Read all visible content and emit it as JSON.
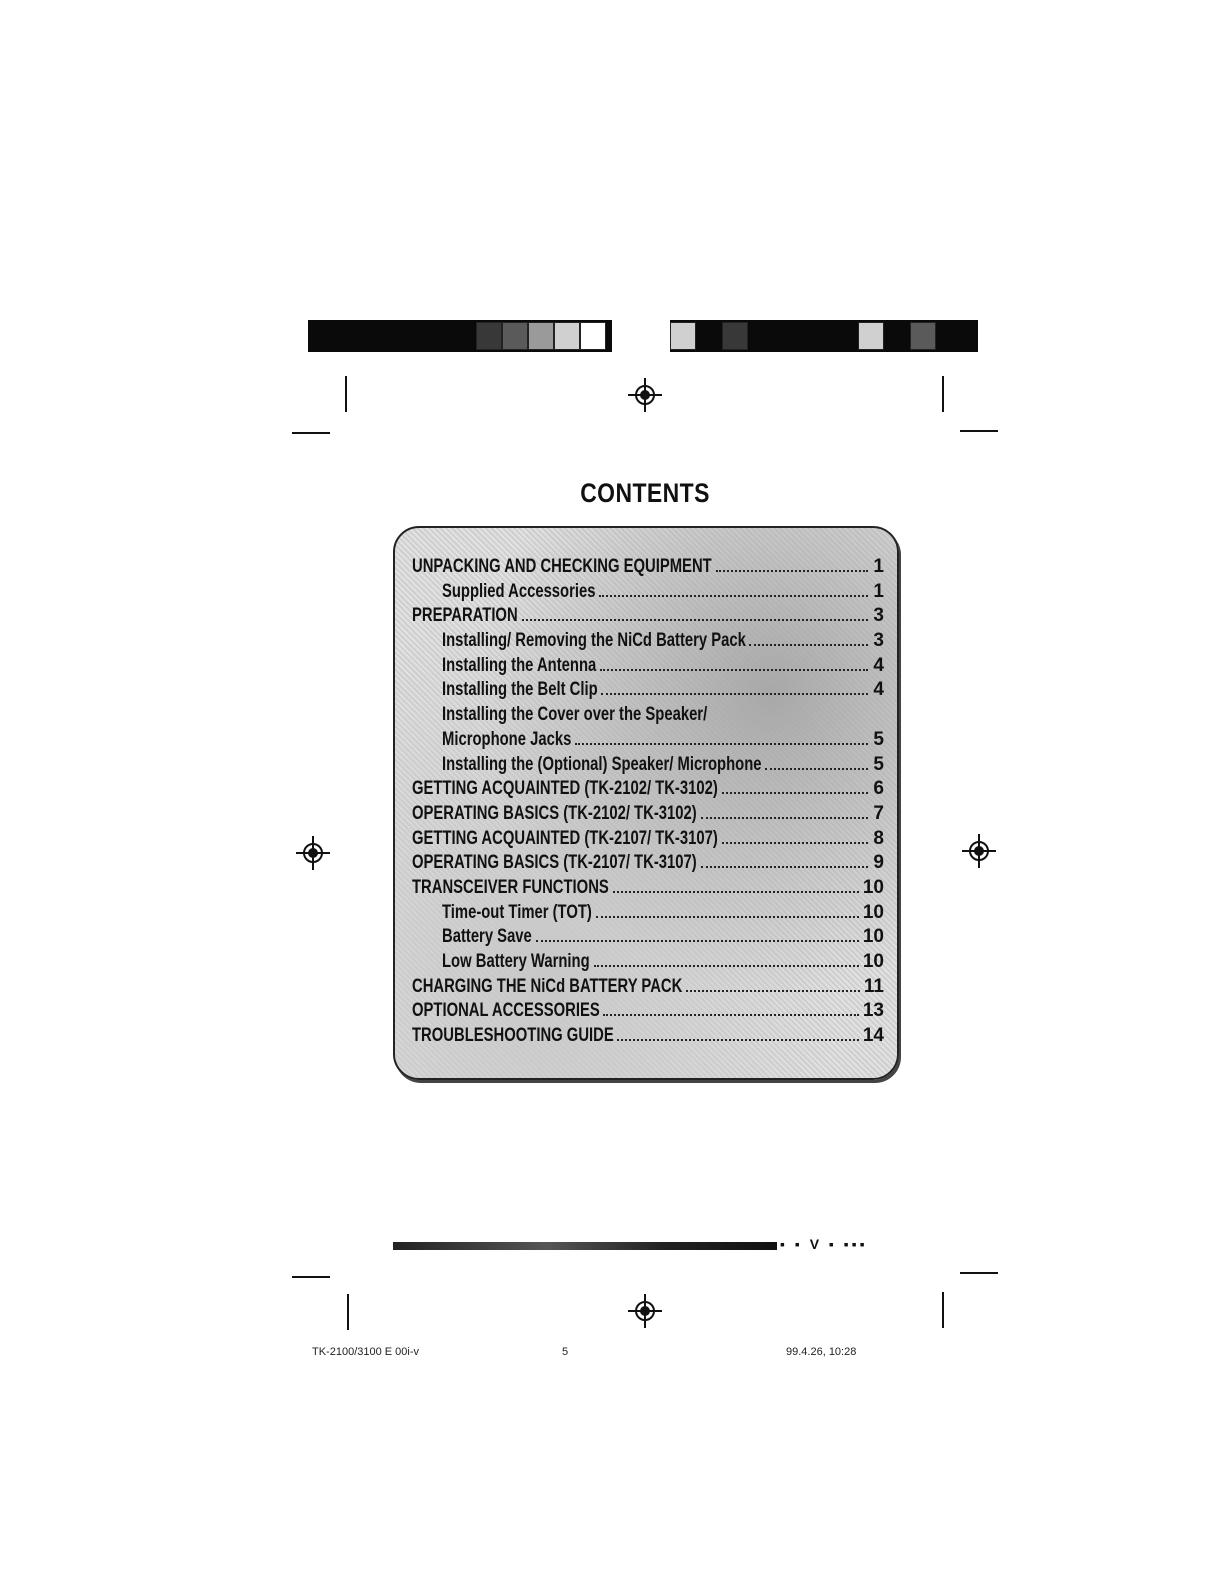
{
  "page": {
    "title": "CONTENTS"
  },
  "toc": [
    {
      "label": "UNPACKING AND CHECKING EQUIPMENT",
      "page": "1",
      "level": 0
    },
    {
      "label": "Supplied Accessories",
      "page": "1",
      "level": 1
    },
    {
      "label": "PREPARATION",
      "page": "3",
      "level": 0
    },
    {
      "label": "Installing/ Removing the NiCd Battery Pack",
      "page": "3",
      "level": 1
    },
    {
      "label": "Installing the Antenna",
      "page": "4",
      "level": 1
    },
    {
      "label": "Installing the Belt Clip",
      "page": "4",
      "level": 1
    },
    {
      "label": "Installing the Cover over the Speaker/",
      "page": "",
      "level": 1
    },
    {
      "label": "Microphone Jacks",
      "page": "5",
      "level": 1
    },
    {
      "label": "Installing the (Optional) Speaker/ Microphone",
      "page": "5",
      "level": 1
    },
    {
      "label": "GETTING ACQUAINTED (TK-2102/ TK-3102)",
      "page": "6",
      "level": 0
    },
    {
      "label": "OPERATING BASICS (TK-2102/ TK-3102)",
      "page": "7",
      "level": 0
    },
    {
      "label": "GETTING ACQUAINTED (TK-2107/ TK-3107)",
      "page": "8",
      "level": 0
    },
    {
      "label": "OPERATING BASICS (TK-2107/ TK-3107)",
      "page": "9",
      "level": 0
    },
    {
      "label": "TRANSCEIVER FUNCTIONS",
      "page": "10",
      "level": 0
    },
    {
      "label": "Time-out Timer (TOT)",
      "page": "10",
      "level": 1
    },
    {
      "label": "Battery Save",
      "page": "10",
      "level": 1
    },
    {
      "label": "Low Battery Warning",
      "page": "10",
      "level": 1
    },
    {
      "label": "CHARGING THE NiCd BATTERY PACK",
      "page": "11",
      "level": 0
    },
    {
      "label": "OPTIONAL ACCESSORIES",
      "page": "13",
      "level": 0
    },
    {
      "label": "TROUBLESHOOTING GUIDE",
      "page": "14",
      "level": 0
    }
  ],
  "bottom_mark": "▪ ▪  V ▪ ▪▪▪",
  "footer": {
    "left": "TK-2100/3100 E 00i-v",
    "center": "5",
    "right": "99.4.26, 10:28"
  }
}
